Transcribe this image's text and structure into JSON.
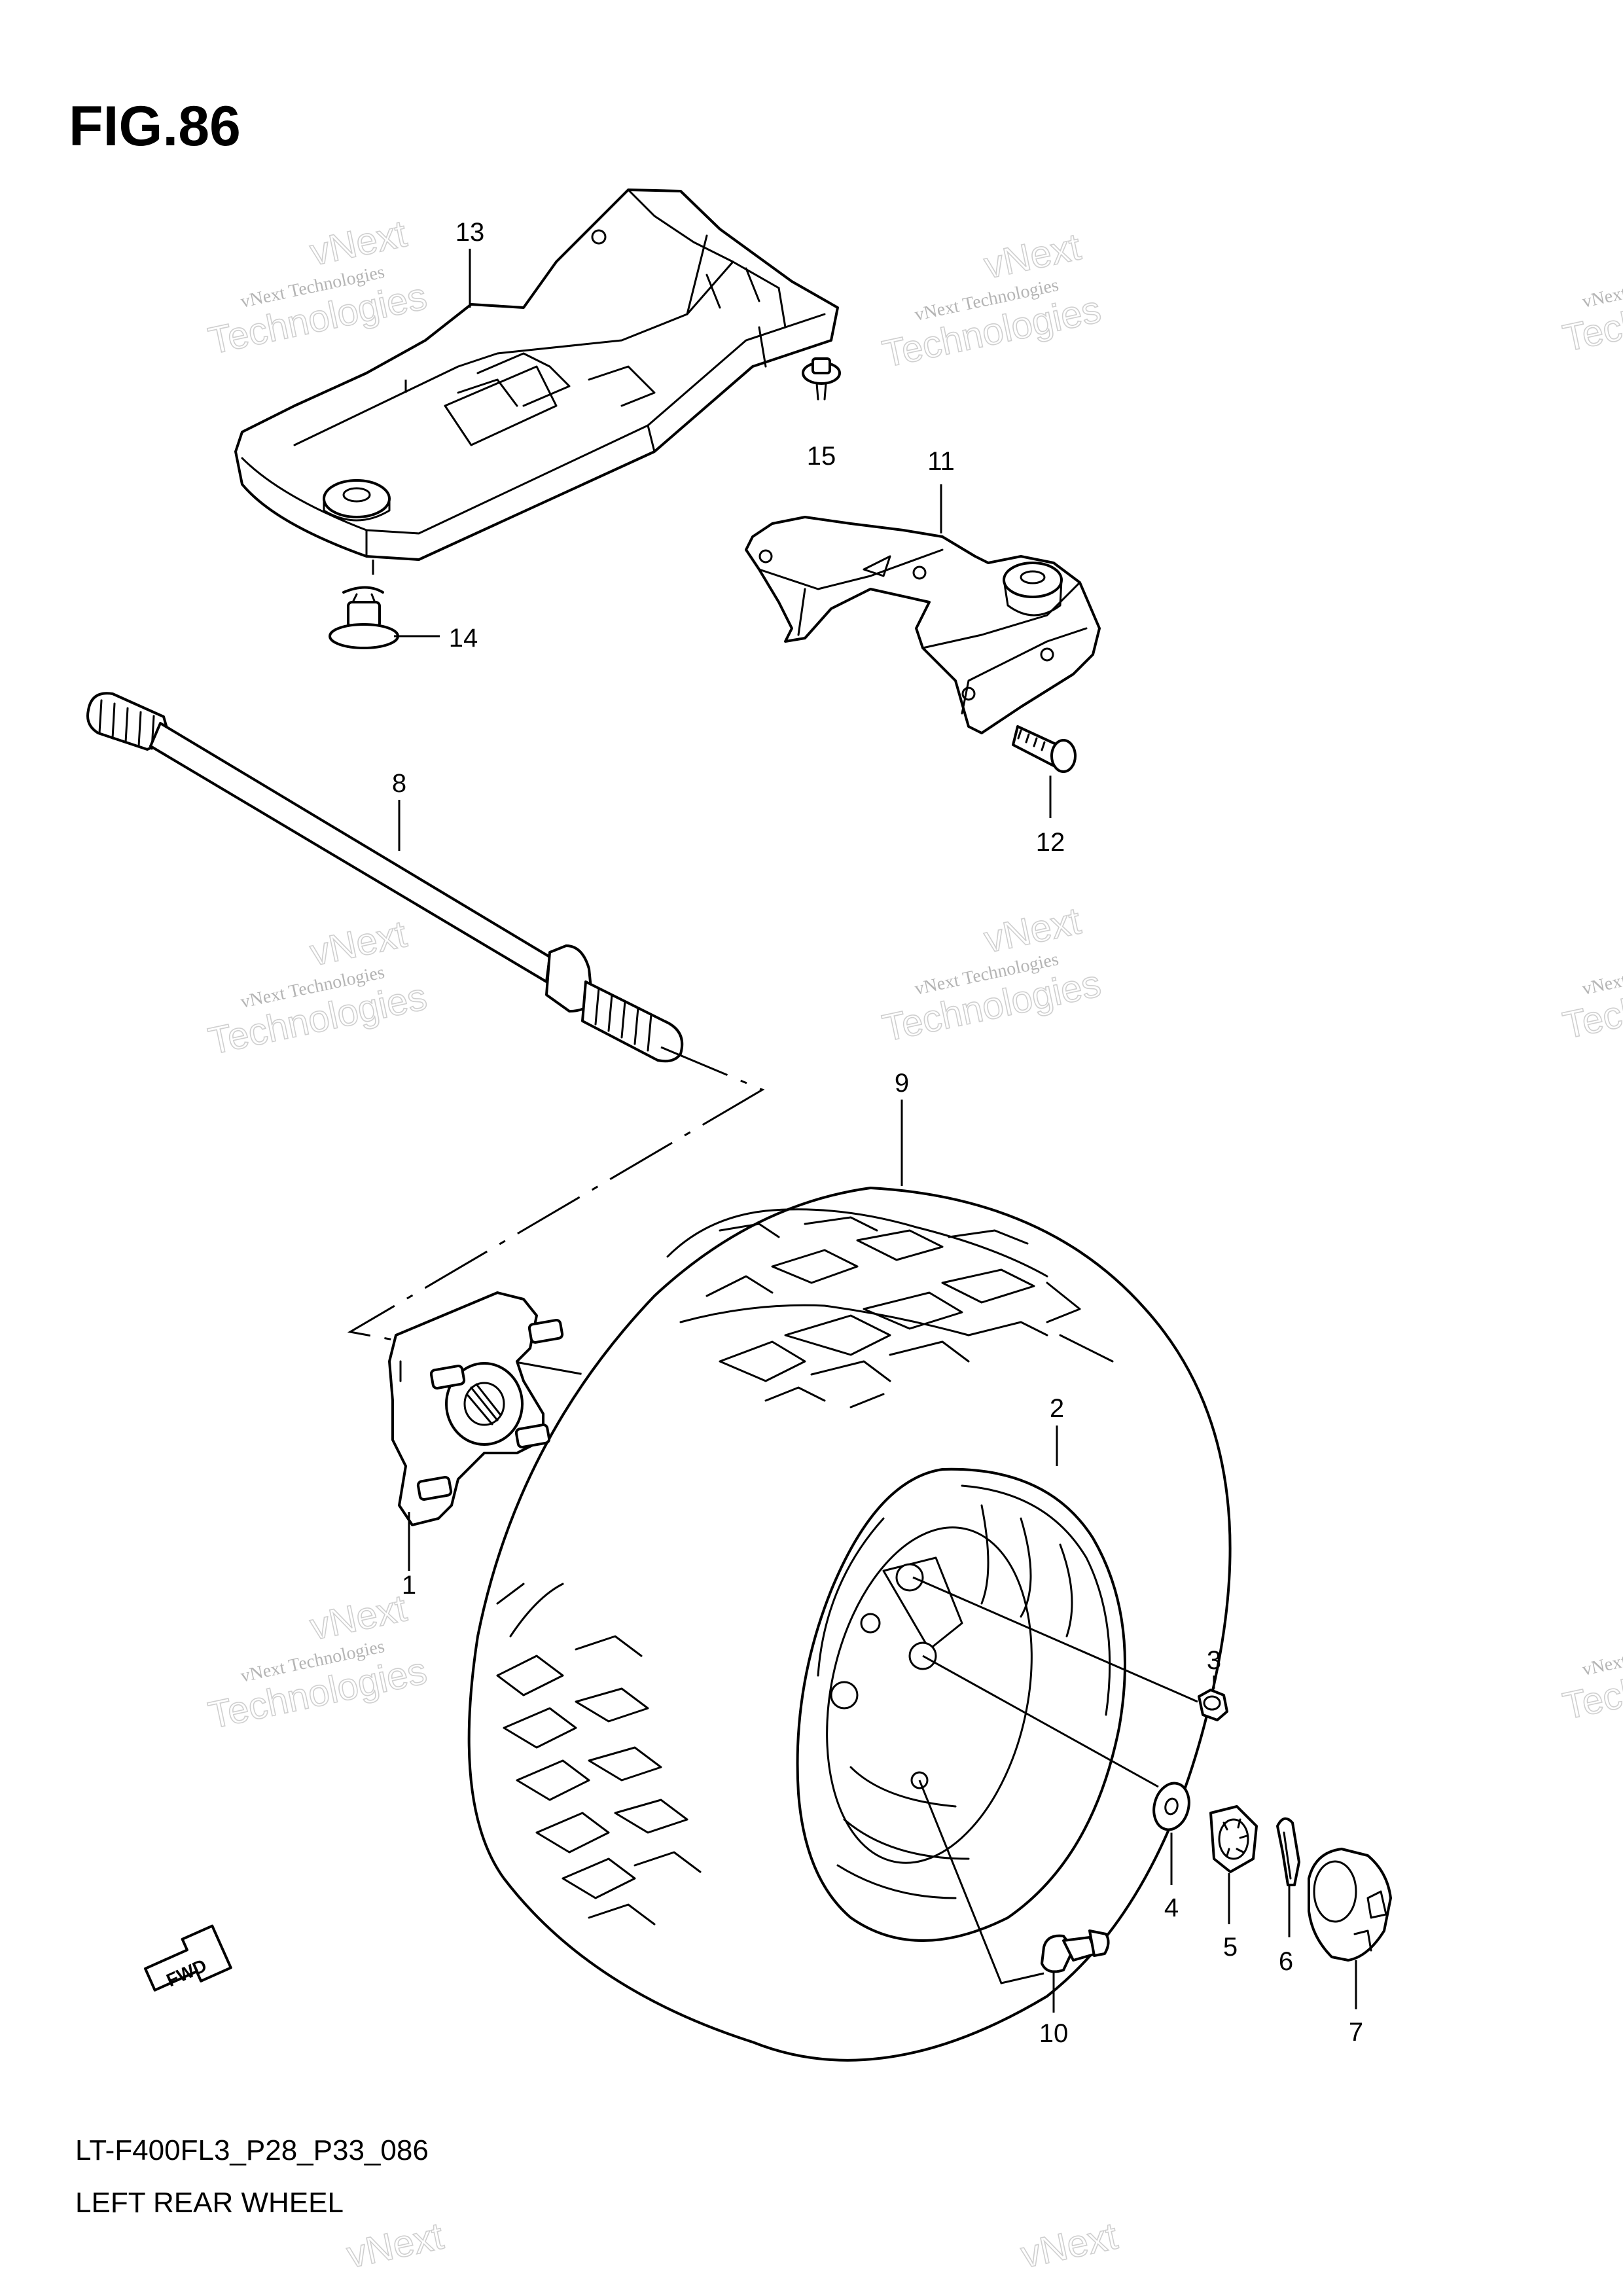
{
  "figure": {
    "title": "FIG.86"
  },
  "footer": {
    "code": "LT-F400FL3_P28_P33_086",
    "name": "LEFT REAR WHEEL"
  },
  "watermark": {
    "line1": "vNext Technologies",
    "line2": "Technologies",
    "line3": "vNext"
  },
  "fwd_label": "FWD",
  "callouts": {
    "c1": "1",
    "c2": "2",
    "c3": "3",
    "c4": "4",
    "c5": "5",
    "c6": "6",
    "c7": "7",
    "c8": "8",
    "c9": "9",
    "c10": "10",
    "c11": "11",
    "c12": "12",
    "c13": "13",
    "c14": "14",
    "c15": "15"
  }
}
